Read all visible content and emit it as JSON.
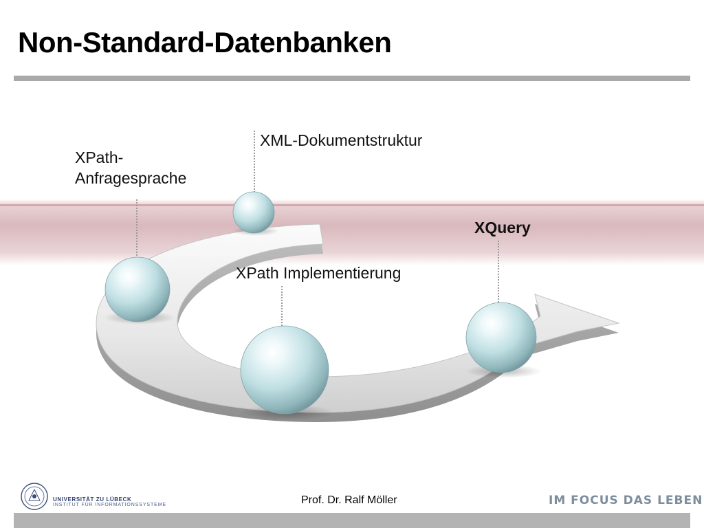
{
  "slide": {
    "title": "Non-Standard-Datenbanken"
  },
  "diagram": {
    "labels": {
      "xml": "XML-Dokumentstruktur",
      "xpath_lang": "XPath-\nAnfragesprache",
      "xpath_impl": "XPath Implementierung",
      "xquery": "XQuery"
    }
  },
  "footer": {
    "university": "UNIVERSITÄT ZU LÜBECK",
    "institute": "INSTITUT FÜR INFORMATIONSSYSTEME",
    "author": "Prof. Dr. Ralf Möller",
    "slogan": "IM FOCUS DAS LEBEN"
  },
  "colors": {
    "rule": "#a9a9a9",
    "band": "#d9b9bd",
    "slogan": "#7d8d9c",
    "sphere": "#cfe6ea"
  }
}
